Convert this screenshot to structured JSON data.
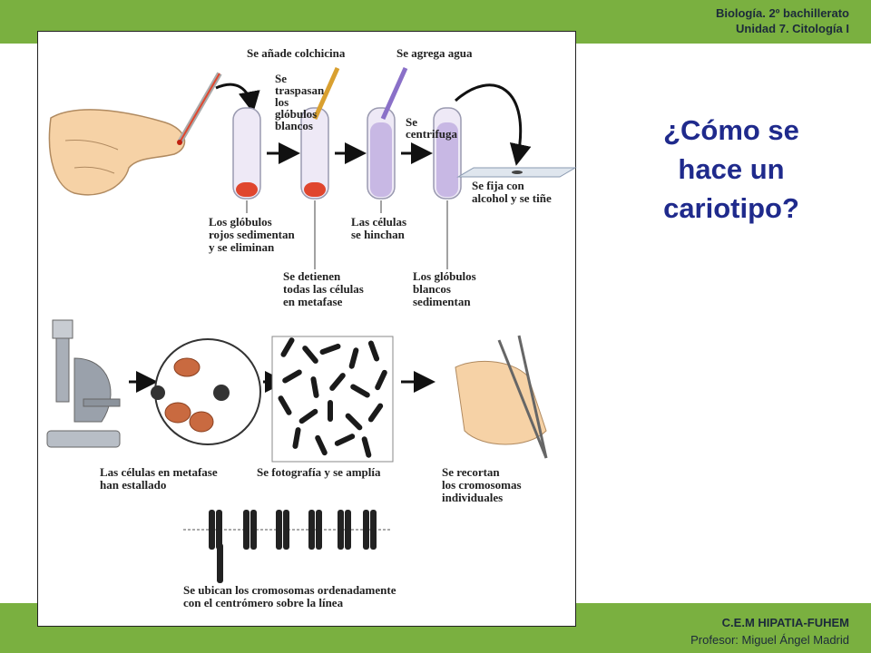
{
  "header": {
    "line1": "Biología. 2º bachillerato",
    "line2": "Unidad 7. Citología I"
  },
  "title": {
    "line1": "¿Cómo se",
    "line2": "hace un",
    "line3": "cariotipo?"
  },
  "footer": {
    "school": "C.E.M HIPATIA-FUHEM",
    "teacher": "Profesor: Miguel Ángel Madrid"
  },
  "diagram": {
    "step_colchicina": "Se añade colchicina",
    "step_agua": "Se agrega agua",
    "traspasan": [
      "Se",
      "traspasan",
      "los",
      "glóbulos",
      "blancos"
    ],
    "centrifuga": [
      "Se",
      "centrifuga"
    ],
    "fija": [
      "Se fija con",
      "alcohol y se tiñe"
    ],
    "rojos": [
      "Los glóbulos",
      "rojos sedimentan",
      "y se eliminan"
    ],
    "hinchan": [
      "Las células",
      "se hinchan"
    ],
    "detienen": [
      "Se detienen",
      "todas las células",
      "en metafase"
    ],
    "blancos_sed": [
      "Los glóbulos",
      "blancos",
      "sedimentan"
    ],
    "estallado": [
      "Las células en metafase",
      "han estallado"
    ],
    "fotografia": "Se fotografía y se amplía",
    "recortan": [
      "Se recortan",
      "los cromosomas",
      "individuales"
    ],
    "ubican": [
      "Se ubican los cromosomas ordenadamente",
      "con el centrómero sobre la línea"
    ]
  },
  "colors": {
    "band": "#7ab040",
    "title": "#1f2a8c",
    "blood": "#e0462e",
    "tube_liquid": "#c8b8e4",
    "cells": "#c96a40"
  }
}
